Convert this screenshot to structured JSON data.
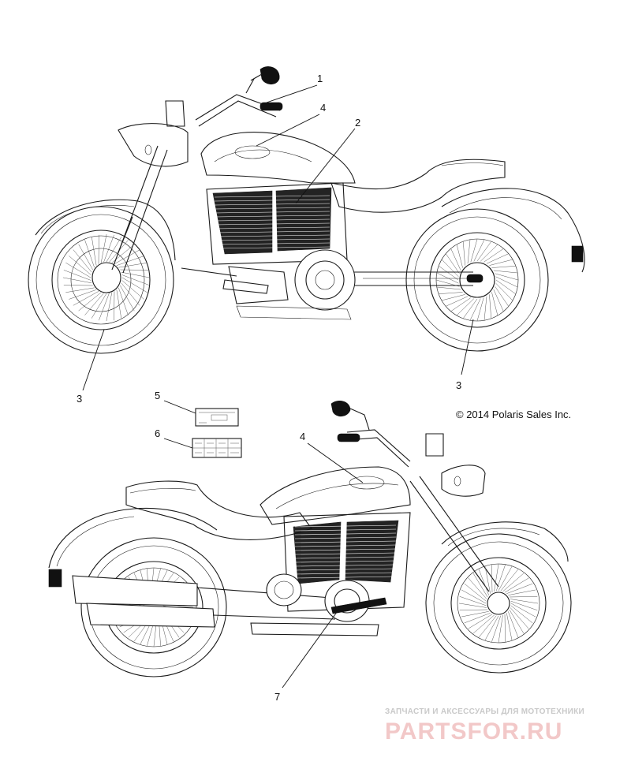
{
  "diagram": {
    "callouts": [
      {
        "id": "c1-top",
        "label": "1"
      },
      {
        "id": "c4-top",
        "label": "4"
      },
      {
        "id": "c2-top",
        "label": "2"
      },
      {
        "id": "c3-front",
        "label": "3"
      },
      {
        "id": "c3-rear",
        "label": "3"
      },
      {
        "id": "c5",
        "label": "5"
      },
      {
        "id": "c6",
        "label": "6"
      },
      {
        "id": "c4-bottom",
        "label": "4"
      },
      {
        "id": "c7",
        "label": "7"
      }
    ],
    "copyright": "© 2014 Polaris Sales Inc."
  },
  "watermark": {
    "tagline": "ЗАПЧАСТИ И АКСЕССУАРЫ ДЛЯ МОТОТЕХНИКИ",
    "logo": "PARTSFOR.RU"
  }
}
